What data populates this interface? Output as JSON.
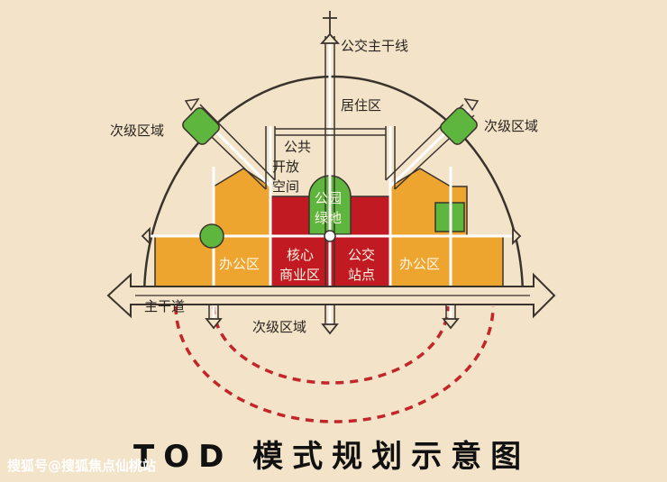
{
  "title": "TOD 模式规划示意图",
  "watermark": "搜狐号@搜狐焦点仙桃站",
  "labels": {
    "public_transit_main_line": "公交主干线",
    "residential_area": "居住区",
    "secondary_area_left": "次级区域",
    "secondary_area_right": "次级区域",
    "secondary_area_bottom": "次级区域",
    "main_road": "主干道",
    "public_open_space": [
      "公共",
      "开放",
      "空间"
    ]
  },
  "zones": {
    "office_left": "办公区",
    "core_commercial": [
      "核心",
      "商业区"
    ],
    "bus_station": [
      "公交",
      "站点"
    ],
    "office_right": "办公区",
    "park_green": [
      "公园",
      "绿地"
    ]
  },
  "colors": {
    "background": "#f3e3c8",
    "orange": "#eea52f",
    "red": "#c21a22",
    "green": "#5fb63f",
    "line": "#ffffff",
    "outline": "#3a332c",
    "dashed": "#c2262a"
  }
}
